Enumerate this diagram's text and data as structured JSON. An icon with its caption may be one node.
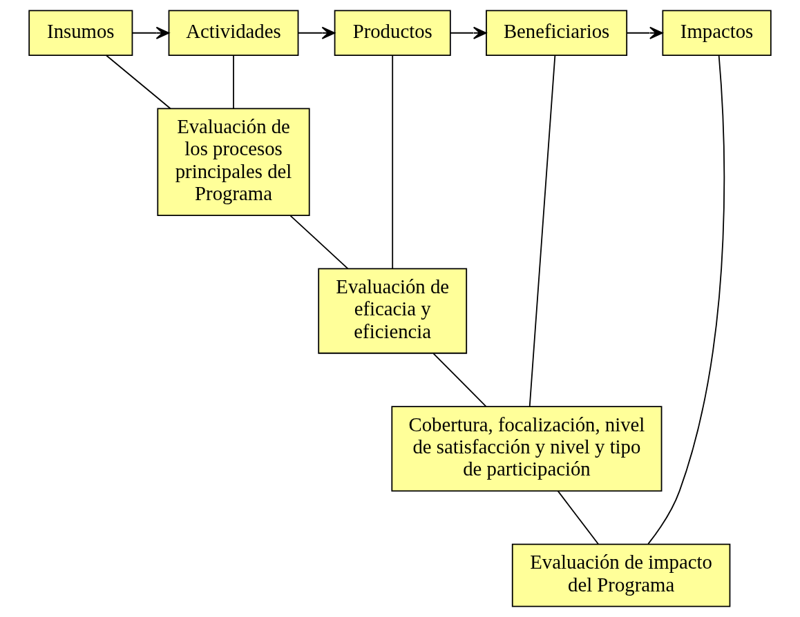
{
  "diagram": {
    "nodes": [
      {
        "text": [
          "Insumos"
        ]
      },
      {
        "text": [
          "Actividades"
        ]
      },
      {
        "text": [
          "Productos"
        ]
      },
      {
        "text": [
          "Beneficiarios"
        ]
      },
      {
        "text": [
          "Impactos"
        ]
      },
      {
        "text": [
          "Evaluación de los procesos principales del Programa"
        ]
      },
      {
        "text": [
          "Evaluación de eficacia y eficiencia"
        ]
      },
      {
        "text": [
          "Cobertura, focalización, nivel de satisfacción y nivel y tipo de participación"
        ]
      },
      {
        "text": [
          "Evaluación de impacto del Programa"
        ]
      }
    ],
    "edges": [
      {
        "from": 0,
        "to": 1,
        "arrow": "to"
      },
      {
        "from": 1,
        "to": 2,
        "arrow": "to"
      },
      {
        "from": 2,
        "to": 3,
        "arrow": "to"
      },
      {
        "from": 3,
        "to": 4,
        "arrow": "to"
      },
      {
        "from": 0,
        "to": 5,
        "arrow": "none"
      },
      {
        "from": 1,
        "to": 5,
        "arrow": "none"
      },
      {
        "from": 5,
        "to": 6,
        "arrow": "none"
      },
      {
        "from": 2,
        "to": 6,
        "arrow": "none"
      },
      {
        "from": 6,
        "to": 7,
        "arrow": "none"
      },
      {
        "from": 3,
        "to": 7,
        "arrow": "none"
      },
      {
        "from": 7,
        "to": 8,
        "arrow": "none"
      },
      {
        "from": 4,
        "to": 8,
        "arrow": "none"
      }
    ]
  }
}
